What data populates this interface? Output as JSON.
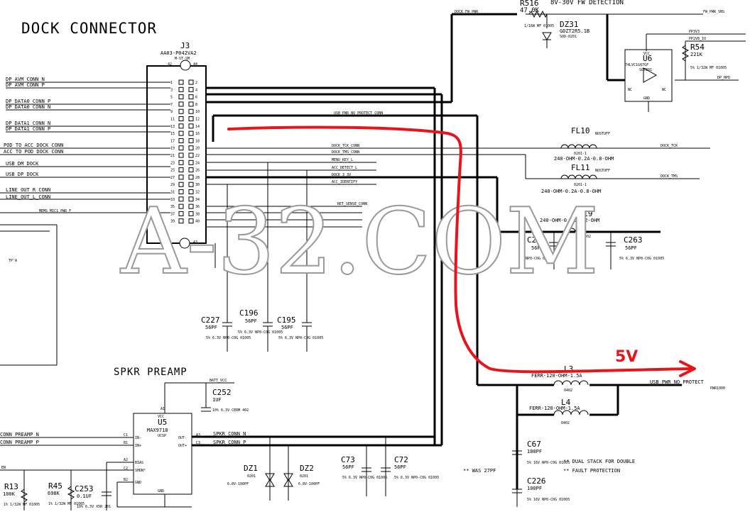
{
  "titles": {
    "dock": "DOCK CONNECTOR",
    "spkr": "SPKR PREAMP",
    "fw": "8V-30V FW DETECTION"
  },
  "j3": {
    "ref": "J3",
    "part": "AA03-P042VA2",
    "sub": "M-ST-SM",
    "pin42": "42",
    "pin44": "44",
    "pin43": "43"
  },
  "left_nets": {
    "dp_avm_n": "DP_AVM_CONN_N",
    "dp_avm_p": "DP_AVM_CONN_P",
    "dp_data0_p": "DP_DATA0_CONN_P",
    "dp_data0_n": "DP_DATA0_CONN_N",
    "dp_data1_n": "DP_DATA1_CONN_N",
    "dp_data1_p": "DP_DATA1_CONN_P",
    "pod_to_acc": "POD_TO_ACC_DOCK_CONN",
    "acc_to_pod": "ACC_TO_POD_DOCK_CONN",
    "usb_dm": "USB_DM_DOCK",
    "usb_dp": "USB_DP_DOCK",
    "line_r": "LINE_OUT_R_CONN",
    "line_l": "LINE_OUT_L_CONN",
    "mems": "MEMS_MIC1_PWR_F"
  },
  "right_nets": {
    "dock_fw_pwr": "DOCK_FW_PWR",
    "usb_pwr_top": "USB_PWR_NO_PROTECT_CONN",
    "dock_tck": "DOCK_TCK_CONN",
    "dock_tms": "DOCK_TMS_CONN",
    "menu_key": "MENU_KEY_L",
    "acc_detect": "ACC_DETECT_L",
    "dock_3v": "DOCK_3_3V",
    "acc_identify": "ACC_IDENTIFY",
    "ret_sense": "RET_SENSE_CONN",
    "fw_pwr_sns": "FW_PWR_SNS",
    "dp_hpd": "DP_HPD",
    "dock_tck_out": "DOCK_TCK",
    "dock_tms_out": "DOCK_TMS",
    "usb_pwr_bottom": "USB_PWR_NO_PROTECT",
    "pwr1000": "PWR1000",
    "spkr_n": "SPKR_CONN_N",
    "spkr_p": "SPKR_CONN_P",
    "batt_vcc": "BATT_VCC",
    "conn_preamp_n": "CONN_PREAMP_N",
    "conn_preamp_p": "CONN_PREAMP_P",
    "pp3v3": "PP3V3",
    "pp2v8": "PP2V8_IO"
  },
  "parts": {
    "r516": {
      "ref": "R516",
      "val": "47.0K",
      "sub": "1/16W MF 01005"
    },
    "dz31": {
      "ref": "DZ31",
      "val": "GDZT2R5.1B",
      "sub": "SOD-0201"
    },
    "r54": {
      "ref": "R54",
      "val": "221K",
      "sub": "5% 1/32W MF 01005"
    },
    "u6": {
      "ref": "U6",
      "val": "74LVC1G07GF",
      "sub": "SOT891",
      "p_vcc": "VCC",
      "p_nc1": "NC",
      "p_nc2": "NC",
      "p_gnd": "GND"
    },
    "fl10": {
      "ref": "FL10",
      "val": "240-OHM-0.2A-0.8-OHM",
      "sub": "0201-1",
      "tag": "NOSTUFF"
    },
    "fl11": {
      "ref": "FL11",
      "val": "240-OHM-0.2A-0.8-OHM",
      "sub": "0201-1",
      "tag": "NOSTUFF"
    },
    "fl19": {
      "ref": "FL19",
      "val": "240-OHM-0.7A-0.2-OHM",
      "sub": "0402"
    },
    "c263": {
      "ref": "C263",
      "val": "56PF",
      "sub": "5% 6.3V NP0-C0G 01005"
    },
    "c26x": {
      "ref": "C26",
      "val": "56PF",
      "sub": "NP0-C0G 01005"
    },
    "c227": {
      "ref": "C227",
      "val": "56PF",
      "sub": "5% 6.3V NP0-C0G 01005"
    },
    "c196": {
      "ref": "C196",
      "val": "56PF",
      "sub": "5% 6.3V NP0-C0G 01005"
    },
    "c195": {
      "ref": "C195",
      "val": "56PF",
      "sub": "5% 6.3V NP0-C0G 01005"
    },
    "c252": {
      "ref": "C252",
      "val": "1UF",
      "sub": "10% 6.3V CERM 402"
    },
    "u5": {
      "ref": "U5",
      "val": "MAX9718",
      "sub": "UCSP",
      "p_vcc": "VCC",
      "p_in_n": "IN-",
      "p_in_p": "IN+",
      "p_out_n": "OUT-",
      "p_out_p": "OUT+",
      "p_bias": "BIAS",
      "p_shdn": "SHDN*",
      "p_gnd": "GND",
      "p_c1": "C1",
      "p_b1": "B1",
      "p_a2": "A2",
      "p_c2": "C2",
      "p_b2": "B2",
      "p_a3": "A3",
      "p_c3": "C3",
      "p_a1": "A1"
    },
    "l3": {
      "ref": "L3",
      "val": "FERR-120-OHM-1.5A",
      "sub": "0402"
    },
    "l4": {
      "ref": "L4",
      "val": "FERR-120-OHM-1.5A",
      "sub": "0402"
    },
    "c67": {
      "ref": "C67",
      "val": "100PF",
      "sub": "5% 16V NP0-C0G 01005"
    },
    "c226": {
      "ref": "C226",
      "val": "100PF",
      "sub": "5% 16V NP0-C0G 01005"
    },
    "c73": {
      "ref": "C73",
      "val": "56PF",
      "sub": "5% 6.3V NP0-C0G 01005"
    },
    "c72": {
      "ref": "C72",
      "val": "56PF",
      "sub": "5% 6.3V NP0-C0G 01005"
    },
    "dz1": {
      "ref": "DZ1",
      "val": "6.8V-100PF",
      "sub": "0201"
    },
    "dz2": {
      "ref": "DZ2",
      "val": "6.8V-100PF",
      "sub": "0201"
    },
    "r13": {
      "ref": "R13",
      "val": "100K",
      "sub": "1% 1/32W MF 01005"
    },
    "r45": {
      "ref": "R45",
      "val": "698K",
      "sub": "1% 1/32W MF 01005"
    },
    "c253": {
      "ref": "C253",
      "val": "0.1UF",
      "sub": "10% 6.3V X5R 201"
    }
  },
  "notes": {
    "dual": "** DUAL STACK FOR DOUBLE",
    "fault": "** FAULT PROTECTION",
    "was": "** WAS 27PF"
  },
  "pins_left": [
    "1",
    "3",
    "5",
    "7",
    "9",
    "11",
    "13",
    "15",
    "17",
    "19",
    "21",
    "23",
    "25",
    "27",
    "29",
    "31",
    "33",
    "35",
    "37",
    "39"
  ],
  "pins_right": [
    "2",
    "4",
    "6",
    "8",
    "10",
    "12",
    "14",
    "16",
    "18",
    "20",
    "22",
    "24",
    "26",
    "28",
    "30",
    "32",
    "34",
    "36",
    "38",
    "40"
  ],
  "misc": {
    "en": "EN",
    "tp": "TP'A"
  },
  "watermark": "A-32.COM",
  "annotation": "5V",
  "colors": {
    "annotation": "#e8141b",
    "watermark_outline": "#9a9a9a",
    "ink": "#000000"
  }
}
